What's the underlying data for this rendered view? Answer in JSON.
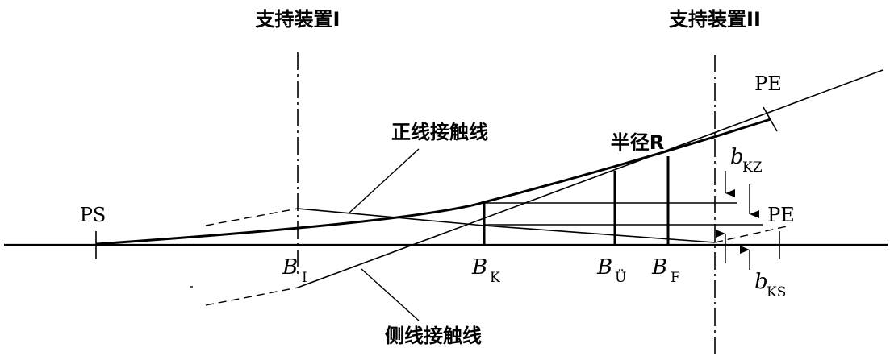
{
  "labels": {
    "support_1": "支持装置I",
    "support_2": "支持装置II",
    "main_wire": "正线接触线",
    "side_wire": "侧线接触线",
    "radius": "半径R",
    "ps": "PS",
    "pe_top": "PE",
    "pe_right": "PE",
    "b_main": "B",
    "b_main_sub": "I",
    "b_k": "B",
    "b_k_sub": "K",
    "b_u": "B",
    "b_u_sub": "Ü",
    "b_f": "B",
    "b_f_sub": "F",
    "b_kz": "b",
    "b_kz_sub": "KZ",
    "b_ks": "b",
    "b_ks_sub": "KS"
  },
  "colors": {
    "line": "#000000",
    "background": "#ffffff"
  }
}
